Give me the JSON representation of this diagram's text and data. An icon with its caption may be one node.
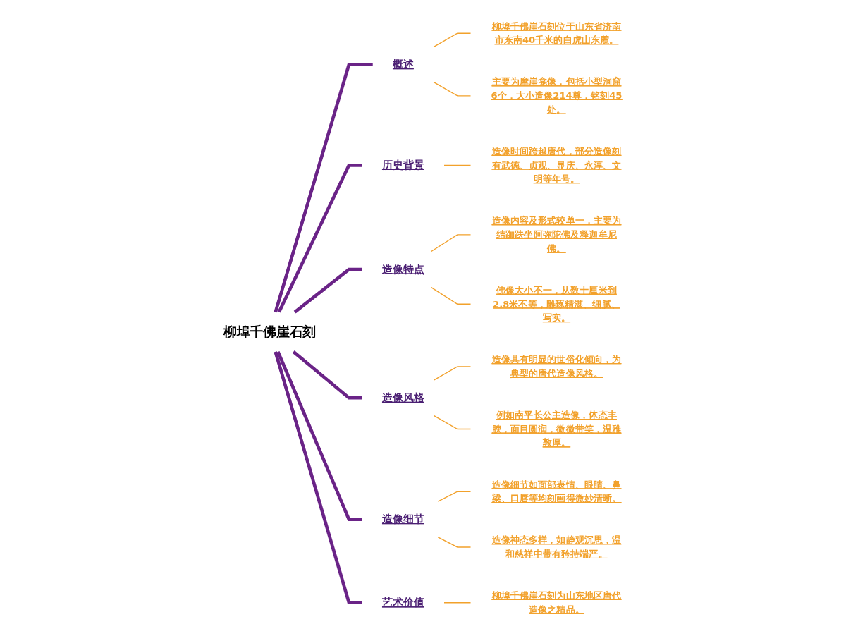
{
  "diagram": {
    "nodes": [
      {
        "text": [
          "柳埠千佛崖石刻"
        ]
      },
      {
        "text": [
          "概述"
        ]
      },
      {
        "text": [
          "柳埠千佛崖石刻位于山东省济南市东南40千米的白虎山东麓。"
        ]
      },
      {
        "text": [
          "主要为摩崖龛像，包括小型洞窟6个，大小造像214尊，铭刻45处。"
        ]
      },
      {
        "text": [
          "历史背景"
        ]
      },
      {
        "text": [
          "造像时间跨越唐代，部分造像刻有武德、贞观、显庆、永淳、文明等年号。"
        ]
      },
      {
        "text": [
          "造像特点"
        ]
      },
      {
        "text": [
          "造像内容及形式较单一，主要为结跏趺坐阿弥陀佛及释迦牟尼佛。"
        ]
      },
      {
        "text": [
          "佛像大小不一，从数十厘米到2.8米不等，雕琢精湛、细腻、写实。"
        ]
      },
      {
        "text": [
          "造像风格"
        ]
      },
      {
        "text": [
          "造像具有明显的世俗化倾向，为典型的唐代造像风格。"
        ]
      },
      {
        "text": [
          "例如南平长公主造像，体态丰腴，面目圆润，微微带笑，温雅敦厚。"
        ]
      },
      {
        "text": [
          "造像细节"
        ]
      },
      {
        "text": [
          "造像细节如面部表情、眼睛、鼻梁、口唇等均刻画得微妙清晰。"
        ]
      },
      {
        "text": [
          "造像神态多样，如静观沉思，温和慈祥中带有矜持端严。"
        ]
      },
      {
        "text": [
          "艺术价值"
        ]
      },
      {
        "text": [
          "柳埠千佛崖石刻为山东地区唐代造像之精品。"
        ]
      }
    ],
    "edges": [
      {
        "from": 0,
        "to": 1,
        "arrow": "none",
        "style": "thick",
        "color": "#6a2387"
      },
      {
        "from": 1,
        "to": 2,
        "arrow": "none"
      },
      {
        "from": 1,
        "to": 3,
        "arrow": "none"
      },
      {
        "from": 0,
        "to": 4,
        "arrow": "none",
        "style": "thick",
        "color": "#6a2387"
      },
      {
        "from": 4,
        "to": 5,
        "arrow": "none"
      },
      {
        "from": 0,
        "to": 6,
        "arrow": "none",
        "style": "thick",
        "color": "#6a2387"
      },
      {
        "from": 6,
        "to": 7,
        "arrow": "none"
      },
      {
        "from": 6,
        "to": 8,
        "arrow": "none"
      },
      {
        "from": 0,
        "to": 9,
        "arrow": "none",
        "style": "thick",
        "color": "#6a2387"
      },
      {
        "from": 9,
        "to": 10,
        "arrow": "none"
      },
      {
        "from": 9,
        "to": 11,
        "arrow": "none"
      },
      {
        "from": 0,
        "to": 12,
        "arrow": "none",
        "style": "thick",
        "color": "#6a2387"
      },
      {
        "from": 12,
        "to": 13,
        "arrow": "none"
      },
      {
        "from": 12,
        "to": 14,
        "arrow": "none"
      },
      {
        "from": 0,
        "to": 15,
        "arrow": "none",
        "style": "thick",
        "color": "#6a2387"
      },
      {
        "from": 15,
        "to": 16,
        "arrow": "none"
      }
    ]
  }
}
